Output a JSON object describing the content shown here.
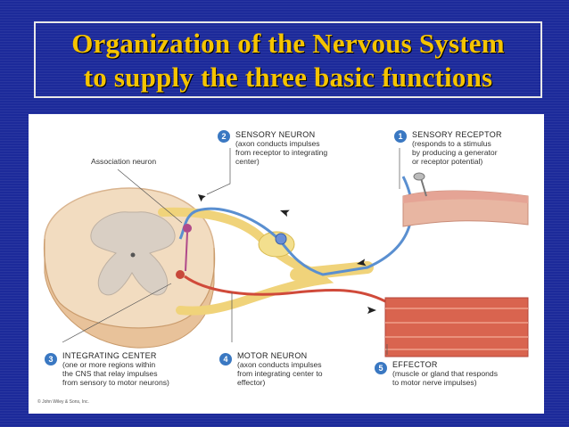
{
  "title": {
    "line1": "Organization of the Nervous System",
    "line2": "to supply the three basic functions"
  },
  "diagram": {
    "association_label": "Association neuron",
    "callouts": [
      {
        "number": "1",
        "title": "SENSORY RECEPTOR",
        "detail": [
          "(responds to a stimulus",
          "by producing a generator",
          "or receptor potential)"
        ]
      },
      {
        "number": "2",
        "title": "SENSORY NEURON",
        "detail": [
          "(axon conducts impulses",
          "from receptor to integrating",
          "center)"
        ]
      },
      {
        "number": "3",
        "title": "INTEGRATING CENTER",
        "detail": [
          "(one or more regions within",
          "the CNS that relay impulses",
          "from sensory to motor neurons)"
        ]
      },
      {
        "number": "4",
        "title": "MOTOR NEURON",
        "detail": [
          "(axon conducts impulses",
          "from integrating center to",
          "effector)"
        ]
      },
      {
        "number": "5",
        "title": "EFFECTOR",
        "detail": [
          "(muscle or gland that responds",
          "to motor nerve impulses)"
        ]
      }
    ],
    "copyright": "© John Wiley & Sons, Inc."
  }
}
